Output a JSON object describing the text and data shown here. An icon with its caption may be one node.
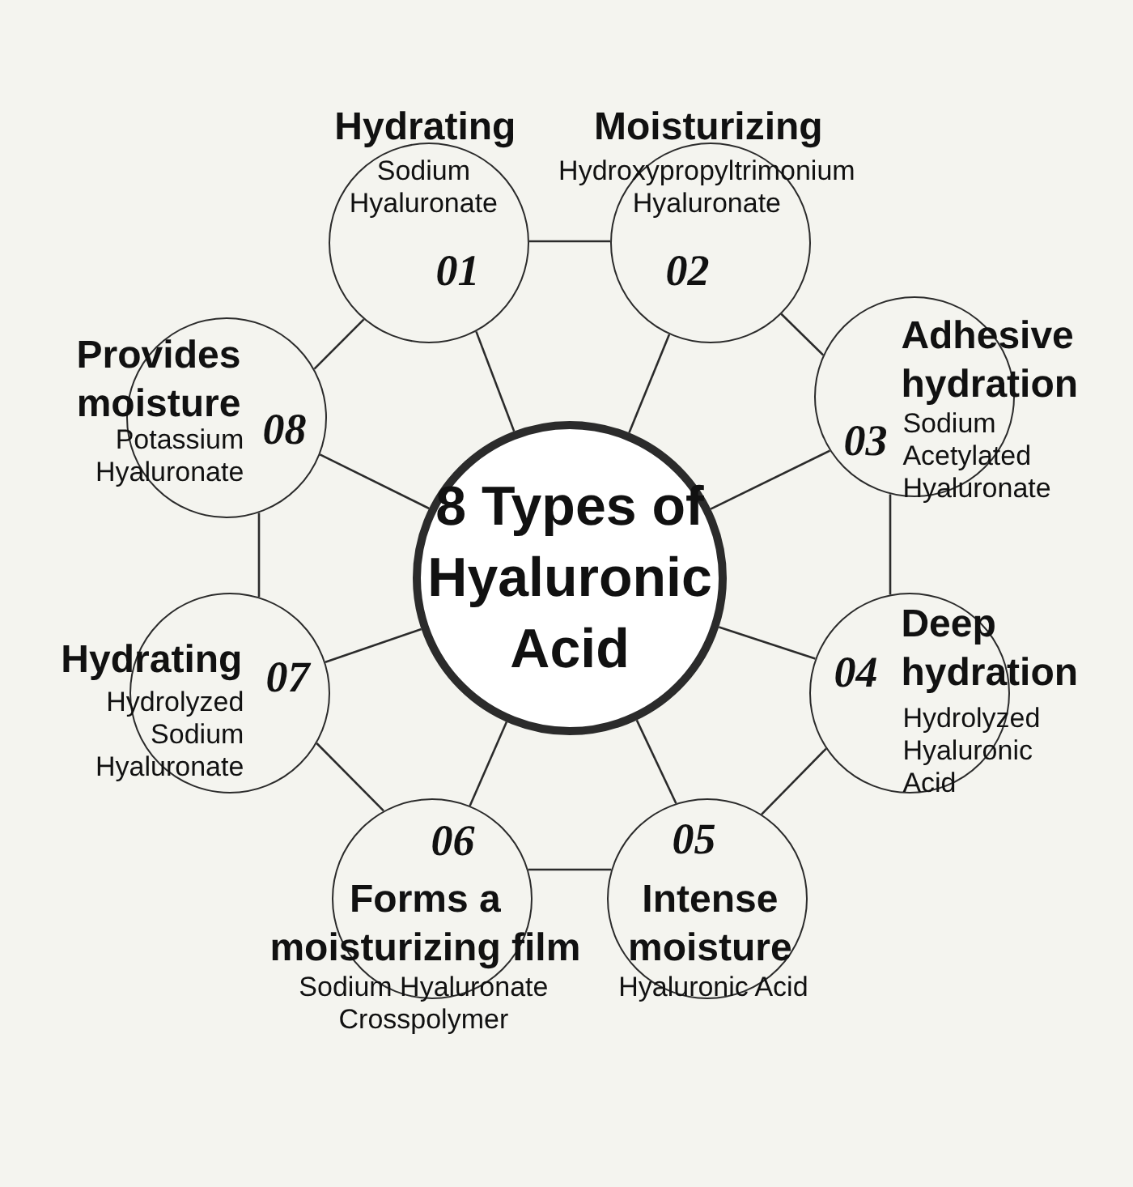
{
  "diagram": {
    "nodes": [
      {
        "text": [
          "8 Types of Hyaluronic Acid"
        ]
      },
      {
        "text": [
          "Hydrating",
          "Sodium Hyaluronate",
          "01"
        ]
      },
      {
        "text": [
          "Moisturizing",
          "Hydroxypropyltrimonium Hyaluronate",
          "02"
        ]
      },
      {
        "text": [
          "Adhesive hydration",
          "03",
          "Sodium Acetylated Hyaluronate"
        ]
      },
      {
        "text": [
          "Deep hydration",
          "Hydrolyzed Hyaluronic Acid",
          "04"
        ]
      },
      {
        "text": [
          "05",
          "Intense moisture",
          "Hyaluronic Acid"
        ]
      },
      {
        "text": [
          "06",
          "Forms a moisturizing film",
          "Sodium Hyaluronate Crosspolymer"
        ]
      },
      {
        "text": [
          "Hydrating",
          "Hydrolyzed Sodium Hyaluronate",
          "07"
        ]
      },
      {
        "text": [
          "Provides moisture",
          "Potassium Hyaluronate",
          "08"
        ]
      }
    ],
    "edges": [
      {
        "from": 0,
        "to": 1,
        "arrow": "none"
      },
      {
        "from": 0,
        "to": 2,
        "arrow": "none"
      },
      {
        "from": 0,
        "to": 3,
        "arrow": "none"
      },
      {
        "from": 0,
        "to": 4,
        "arrow": "none"
      },
      {
        "from": 0,
        "to": 5,
        "arrow": "none"
      },
      {
        "from": 0,
        "to": 6,
        "arrow": "none"
      },
      {
        "from": 0,
        "to": 7,
        "arrow": "none"
      },
      {
        "from": 0,
        "to": 8,
        "arrow": "none"
      },
      {
        "from": 1,
        "to": 2,
        "arrow": "none"
      },
      {
        "from": 2,
        "to": 3,
        "arrow": "none"
      },
      {
        "from": 3,
        "to": 4,
        "arrow": "none"
      },
      {
        "from": 4,
        "to": 5,
        "arrow": "none"
      },
      {
        "from": 5,
        "to": 6,
        "arrow": "none"
      },
      {
        "from": 6,
        "to": 7,
        "arrow": "none"
      },
      {
        "from": 7,
        "to": 8,
        "arrow": "none"
      },
      {
        "from": 8,
        "to": 1,
        "arrow": "none"
      }
    ]
  }
}
